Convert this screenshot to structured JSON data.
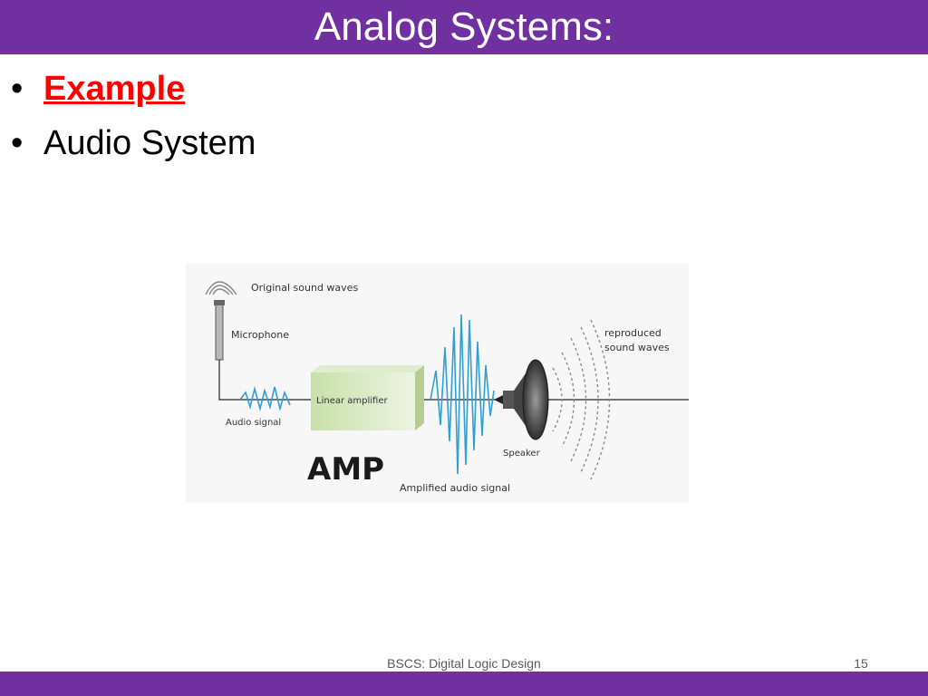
{
  "slide": {
    "title": "Analog Systems:",
    "bullets": [
      {
        "text": "Example",
        "emphasis": true
      },
      {
        "text": "Audio System",
        "emphasis": false
      }
    ],
    "footer": "BSCS: Digital Logic Design",
    "page_number": "15"
  },
  "figure": {
    "labels": {
      "original": "Original sound waves",
      "microphone": "Microphone",
      "reproduced_1": "reproduced",
      "reproduced_2": "sound waves",
      "amplifier": "Linear amplifier",
      "audio_signal": "Audio signal",
      "speaker": "Speaker",
      "amplified": "Amplified audio signal",
      "amp": "AMP"
    }
  },
  "colors": {
    "header": "#7030a0",
    "emphasis": "#ff0000",
    "signal": "#2f9fd8"
  }
}
